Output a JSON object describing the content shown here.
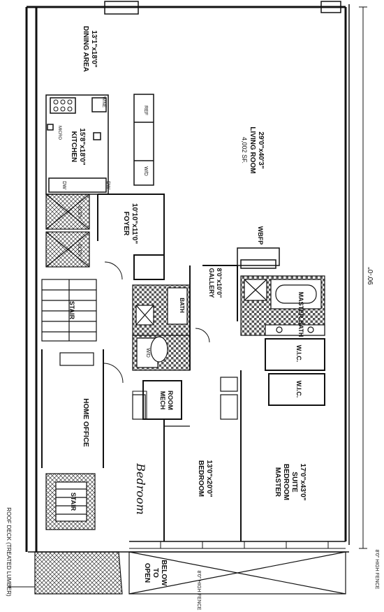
{
  "plan": {
    "total_area": "4,002 SF.",
    "overall_dimension": "90'-0\"",
    "rooms": {
      "dining": {
        "name": "DINING AREA",
        "dims": "13'1\"x18'0\""
      },
      "kitchen": {
        "name": "KITCHEN",
        "dims": "15'8\"x18'0\""
      },
      "living": {
        "name": "LIVING ROOM",
        "dims": "29'0\"x40'3\""
      },
      "foyer": {
        "name": "FOYER",
        "dims": "10'10\"x11'0\""
      },
      "gallery": {
        "name": "GALLERY",
        "dims": "8'0\"x10'0\""
      },
      "master_bath": {
        "name": "MASTER BATH"
      },
      "wic1": {
        "name": "W.I.C."
      },
      "wic2": {
        "name": "W.I.C."
      },
      "bedroom": {
        "name": "BEDROOM",
        "dims": "13'0\"x20'0\""
      },
      "master_suite": {
        "name_line1": "MASTER",
        "name_line2": "BEDROOM",
        "name_line3": "SUITE",
        "dims": "17'0\"x43'0\""
      },
      "home_office": {
        "name": "HOME OFFICE"
      },
      "mech_room": {
        "name_line1": "MECH",
        "name_line2": "ROOM"
      },
      "bath": {
        "name": "BATH"
      },
      "stair1": {
        "name": "STAIR"
      },
      "stair2": {
        "name": "STAIR"
      },
      "open_below": {
        "line1": "OPEN",
        "line2": "TO",
        "line3": "BELOW"
      },
      "handwritten_bedroom": {
        "name": "Bedroom"
      }
    },
    "fixtures": {
      "micro": "MICRO",
      "ref": "REF",
      "wd_kitchen": "W/D",
      "dw1": "DW",
      "dw2": "DW",
      "elev1": "ELEV",
      "elev2": "ELEV",
      "wbfp": "WBFP",
      "wd_bath": "W/D",
      "wine": "WINE"
    },
    "fence_left": "8'0\" HIGH FENCE",
    "fence_right": "8'0\" HIGH FENCE",
    "roof_deck": "ROOF DECK (TREATED LUMBER)"
  }
}
